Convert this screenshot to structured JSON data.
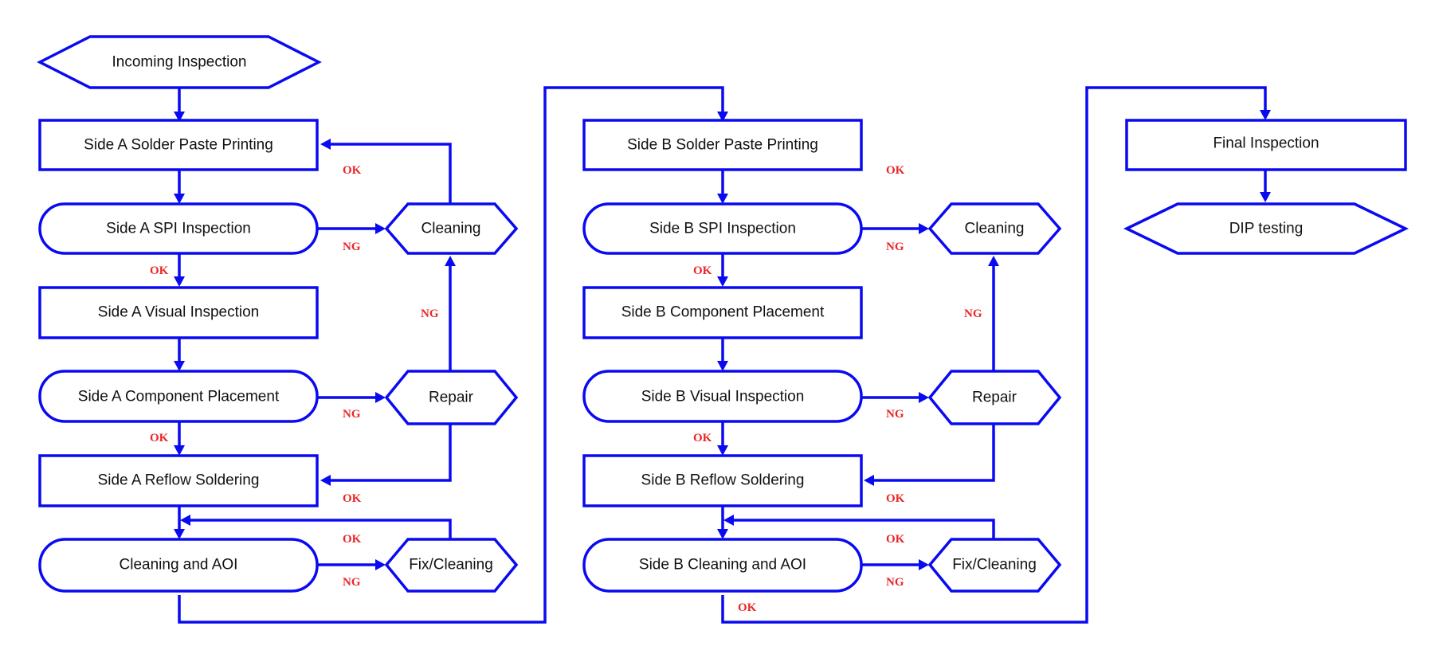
{
  "colors": {
    "stroke": "#0a0af2",
    "label": "#e8262a",
    "text": "#111111"
  },
  "edge_labels": {
    "ok": "OK",
    "ng": "NG"
  },
  "nodes": {
    "incoming_inspection": "Incoming Inspection",
    "a_solder_paste": "Side A Solder Paste Printing",
    "a_spi": "Side A SPI Inspection",
    "a_visual": "Side A Visual Inspection",
    "a_component": "Side A Component Placement",
    "a_reflow": "Side A Reflow Soldering",
    "a_cleaning_aoi": "Cleaning and AOI",
    "a_cleaning": "Cleaning",
    "a_repair": "Repair",
    "a_fix_cleaning": "Fix/Cleaning",
    "b_solder_paste": "Side B Solder Paste Printing",
    "b_spi": "Side B SPI Inspection",
    "b_component": "Side B Component Placement",
    "b_visual": "Side B Visual Inspection",
    "b_reflow": "Side B Reflow Soldering",
    "b_cleaning_aoi": "Side B Cleaning and AOI",
    "b_cleaning": "Cleaning",
    "b_repair": "Repair",
    "b_fix_cleaning": "Fix/Cleaning",
    "final_inspection": "Final Inspection",
    "dip_testing": "DIP testing"
  }
}
